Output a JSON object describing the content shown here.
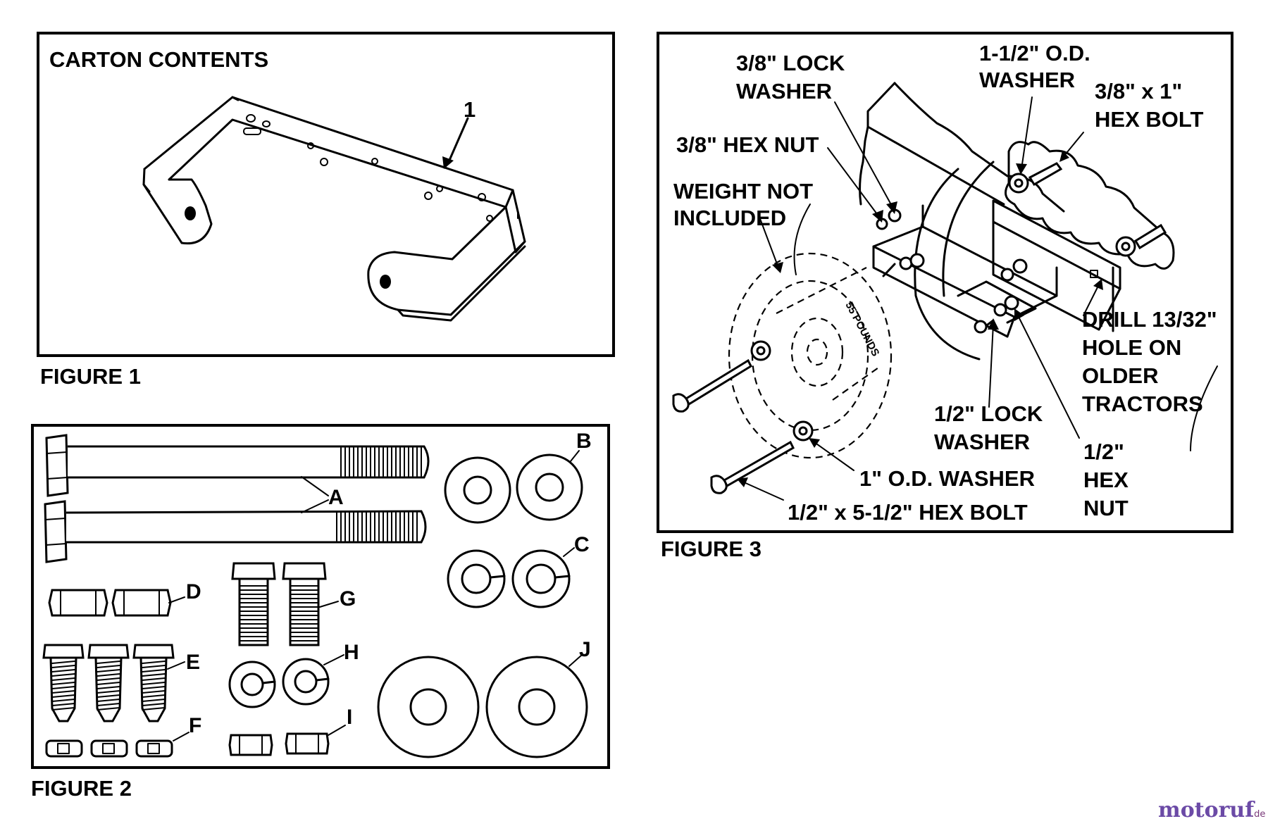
{
  "figure1": {
    "heading": "CARTON CONTENTS",
    "callout": "1",
    "caption": "FIGURE 1"
  },
  "figure2": {
    "caption": "FIGURE 2",
    "letters": [
      "A",
      "B",
      "C",
      "D",
      "E",
      "F",
      "G",
      "H",
      "I",
      "J"
    ]
  },
  "figure3": {
    "caption": "FIGURE 3",
    "labels": {
      "lock_washer_38": [
        "3/8\" LOCK",
        "WASHER"
      ],
      "od_washer_112": [
        "1-1/2\" O.D.",
        "WASHER"
      ],
      "hex_bolt_38x1": [
        "3/8\" x 1\"",
        "HEX BOLT"
      ],
      "hex_nut_38": "3/8\" HEX NUT",
      "weight_not_included": [
        "WEIGHT NOT",
        "INCLUDED"
      ],
      "drill_hole": [
        "DRILL 13/32\"",
        "HOLE ON",
        "OLDER",
        "TRACTORS"
      ],
      "lock_washer_12": [
        "1/2\" LOCK",
        "WASHER"
      ],
      "hex_nut_12": [
        "1/2\"",
        "HEX",
        "NUT"
      ],
      "od_washer_1": "1\" O.D. WASHER",
      "hex_bolt_12x512": "1/2\" x 5-1/2\" HEX BOLT",
      "weight_stamp": "55 POUNDS"
    }
  },
  "watermark": {
    "brand": "motoruf",
    "suffix": ".de"
  }
}
